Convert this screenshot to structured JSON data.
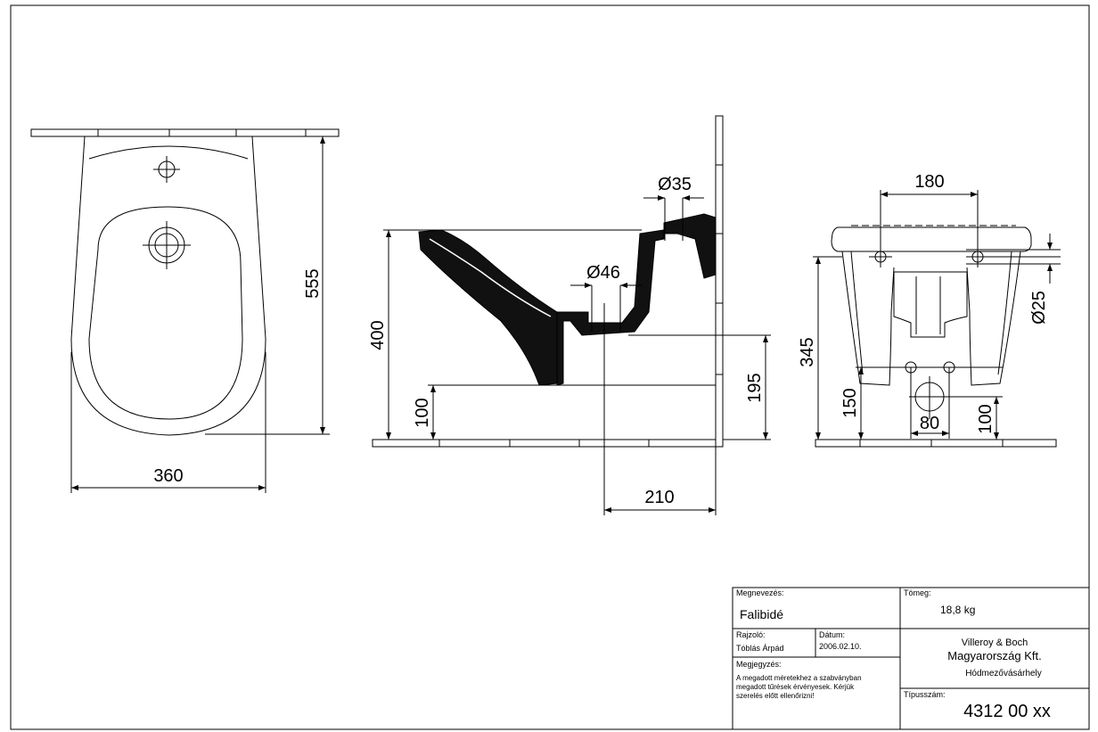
{
  "drawing": {
    "front_view": {
      "depth_dim": "555",
      "width_dim": "360"
    },
    "side_view": {
      "tap_hole_dim": "Ø35",
      "outlet_dim": "Ø46",
      "height_dim": "400",
      "floor_gap_dim": "100",
      "outlet_height_dim": "195",
      "outlet_distance_dim": "210"
    },
    "back_view": {
      "bolt_spacing_dim": "180",
      "bolt_hole_dim": "Ø25",
      "rim_height_dim": "345",
      "inlet_height_dim": "150",
      "inlet_width_dim": "80",
      "outlet_center_dim": "100"
    }
  },
  "title_block": {
    "name_label": "Megnevezés:",
    "name_value": "Falibidé",
    "weight_label": "Tömeg:",
    "weight_value": "18,8 kg",
    "drawer_label": "Rajzoló:",
    "drawer_value": "Tóblás Árpád",
    "date_label": "Dátum:",
    "date_value": "2006.02.10.",
    "company_line1": "Villeroy  & Boch",
    "company_line2": "Magyarország Kft.",
    "company_line3": "Hódmezővásárhely",
    "note_label": "Megjegyzés:",
    "note_line1": "A megadott méretekhez a szabványban",
    "note_line2": "megadott tűrések érvényesek. Kérjük",
    "note_line3": "szerelés előtt ellenőrizni!",
    "type_label": "Típusszám:",
    "type_value": "4312 00 xx"
  }
}
